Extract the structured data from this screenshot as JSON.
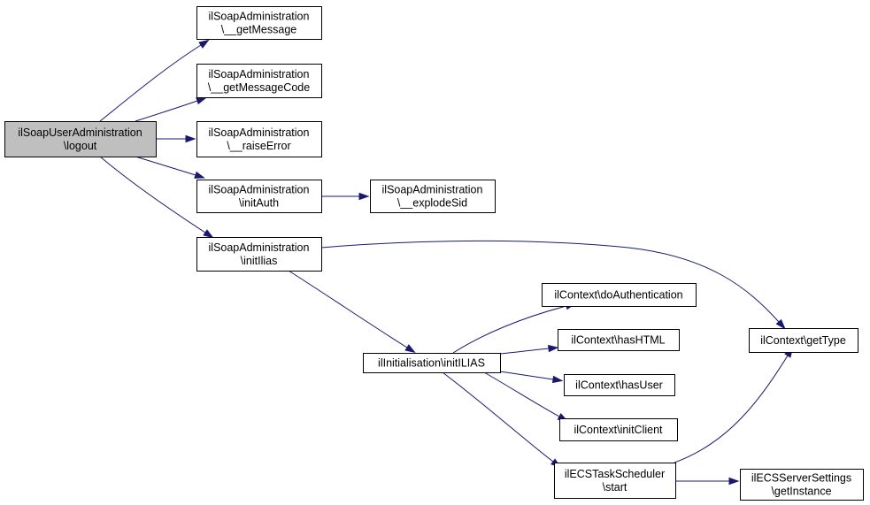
{
  "graph": {
    "edge_color": "#191970",
    "root_fill": "#bfbfbf",
    "nodes": {
      "root": [
        "ilSoapUserAdministration",
        "\\logout"
      ],
      "getMessage": [
        "ilSoapAdministration",
        "\\__getMessage"
      ],
      "getMessageCode": [
        "ilSoapAdministration",
        "\\__getMessageCode"
      ],
      "raiseError": [
        "ilSoapAdministration",
        "\\__raiseError"
      ],
      "initAuth": [
        "ilSoapAdministration",
        "\\initAuth"
      ],
      "explodeSid": [
        "ilSoapAdministration",
        "\\__explodeSid"
      ],
      "initIlias": [
        "ilSoapAdministration",
        "\\initIlias"
      ],
      "initILIAS": [
        "ilInitialisation\\initILIAS"
      ],
      "doAuthentication": [
        "ilContext\\doAuthentication"
      ],
      "hasHTML": [
        "ilContext\\hasHTML"
      ],
      "hasUser": [
        "ilContext\\hasUser"
      ],
      "initClient": [
        "ilContext\\initClient"
      ],
      "taskStart": [
        "ilECSTaskScheduler",
        "\\start"
      ],
      "getType": [
        "ilContext\\getType"
      ],
      "getInstance": [
        "ilECSServerSettings",
        "\\getInstance"
      ]
    },
    "edges": [
      {
        "from": "root",
        "to": "getMessage"
      },
      {
        "from": "root",
        "to": "getMessageCode"
      },
      {
        "from": "root",
        "to": "raiseError"
      },
      {
        "from": "root",
        "to": "initAuth"
      },
      {
        "from": "root",
        "to": "initIlias"
      },
      {
        "from": "initAuth",
        "to": "explodeSid"
      },
      {
        "from": "initIlias",
        "to": "getType"
      },
      {
        "from": "initIlias",
        "to": "initILIAS"
      },
      {
        "from": "initILIAS",
        "to": "doAuthentication"
      },
      {
        "from": "initILIAS",
        "to": "hasHTML"
      },
      {
        "from": "initILIAS",
        "to": "hasUser"
      },
      {
        "from": "initILIAS",
        "to": "initClient"
      },
      {
        "from": "initILIAS",
        "to": "taskStart"
      },
      {
        "from": "taskStart",
        "to": "getType"
      },
      {
        "from": "taskStart",
        "to": "getInstance"
      }
    ]
  }
}
